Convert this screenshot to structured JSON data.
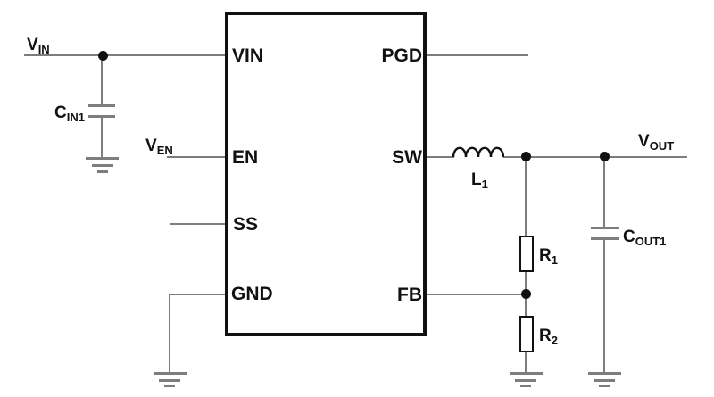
{
  "ic": {
    "pins": {
      "vin": "VIN",
      "en": "EN",
      "ss": "SS",
      "gnd": "GND",
      "pgd": "PGD",
      "sw": "SW",
      "fb": "FB"
    }
  },
  "nets": {
    "vin": {
      "main": "V",
      "sub": "IN"
    },
    "ven": {
      "main": "V",
      "sub": "EN"
    },
    "vout": {
      "main": "V",
      "sub": "OUT"
    }
  },
  "components": {
    "cin1": {
      "main": "C",
      "sub": "IN1"
    },
    "cout1": {
      "main": "C",
      "sub": "OUT1"
    },
    "l1": {
      "main": "L",
      "sub": "1"
    },
    "r1": {
      "main": "R",
      "sub": "1"
    },
    "r2": {
      "main": "R",
      "sub": "2"
    }
  },
  "colors": {
    "wire": "#7d7d7d",
    "ink": "#111111",
    "bg": "#ffffff"
  }
}
